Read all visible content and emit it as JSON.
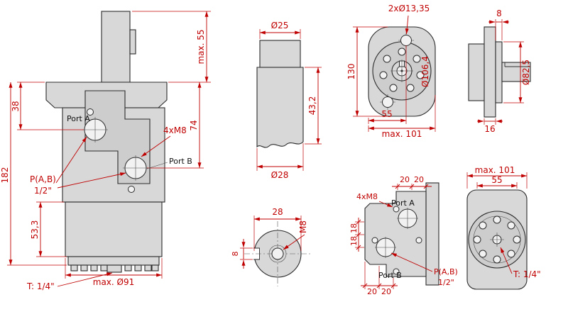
{
  "colors": {
    "dim": "#c00000",
    "outline": "#2b2b2b",
    "fill": "#d8d8d8"
  },
  "main": {
    "dim_shaft": "max. 55",
    "dim_38": "38",
    "dim_74": "74",
    "dim_182": "182",
    "dim_53_3": "53,3",
    "port_a": "Port A",
    "port_b": "Port B",
    "threads": "4xM8",
    "ports_label": "P(A,B)",
    "ports_size": "1/2\"",
    "drain": "T: 1/4\"",
    "dim_d91": "max. Ø91"
  },
  "shaft": {
    "d25": "Ø25",
    "len": "43,2",
    "d28": "Ø28"
  },
  "section": {
    "d28": "28",
    "m8": "M8",
    "key8": "8"
  },
  "flange": {
    "holes": "2xØ13,35",
    "h130": "130",
    "bc": "Ø106,4",
    "off55": "55",
    "w101": "max. 101"
  },
  "fside": {
    "p8": "8",
    "d82": "Ø82,5",
    "t16": "16"
  },
  "pview": {
    "t20a": "20",
    "t20b": "20",
    "threads": "4xM8",
    "port_a": "Port A",
    "l18a": "18",
    "l18b": "18",
    "port_b": "Port B",
    "ports_label": "P(A,B)",
    "ports_size": "1/2\"",
    "b20a": "20",
    "b20b": "20"
  },
  "rview": {
    "w101": "max. 101",
    "s55": "55",
    "drain": "T: 1/4\""
  }
}
